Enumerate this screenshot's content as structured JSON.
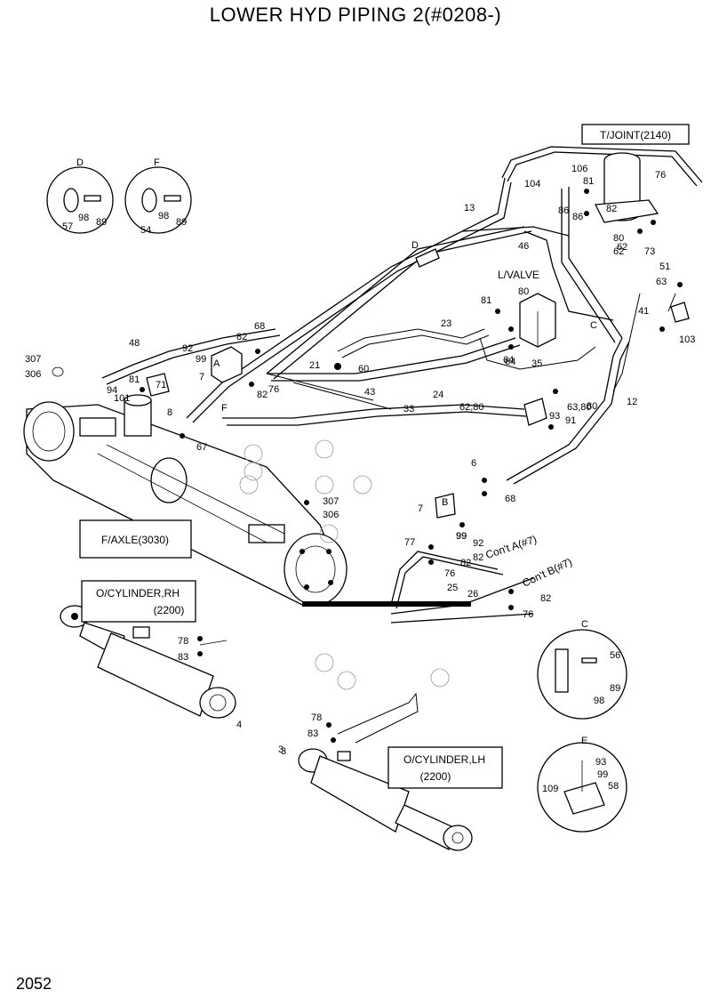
{
  "title": "LOWER HYD PIPING 2(#0208-)",
  "page_number": "2052",
  "boxes": {
    "t_joint": "T/JOINT(2140)",
    "l_valve": "L/VALVE",
    "f_axle": "F/AXLE(3030)",
    "o_cyl_rh": [
      "O/CYLINDER,RH",
      "(2200)"
    ],
    "o_cyl_lh": [
      "O/CYLINDER,LH",
      "(2200)"
    ]
  },
  "details": {
    "D": {
      "letter": "D",
      "parts": [
        "57",
        "98",
        "89"
      ]
    },
    "F": {
      "letter": "F",
      "parts": [
        "54",
        "98",
        "89"
      ]
    },
    "C": {
      "letter": "C",
      "parts": [
        "56",
        "89",
        "98"
      ]
    },
    "E": {
      "letter": "E",
      "parts": [
        "93",
        "99",
        "58",
        "109"
      ]
    }
  },
  "flags": [
    "D",
    "F",
    "C",
    "A",
    "B"
  ],
  "cont_a": "Con't A(#7)",
  "cont_b": "Con't B(#7)",
  "callouts": [
    "104",
    "106",
    "81",
    "82",
    "76",
    "86",
    "80",
    "73",
    "62",
    "51",
    "63",
    "41",
    "103",
    "13",
    "46",
    "64",
    "23",
    "35",
    "12",
    "93",
    "91",
    "80",
    "6",
    "68",
    "7",
    "92",
    "99",
    "77",
    "82",
    "76",
    "25",
    "26",
    "82",
    "76",
    "78",
    "83",
    "4",
    "3",
    "78",
    "83",
    "48",
    "92",
    "99",
    "82",
    "68",
    "81",
    "71",
    "94",
    "101",
    "8",
    "67",
    "76",
    "82",
    "21",
    "60",
    "43",
    "24",
    "33",
    "307",
    "306",
    "307",
    "306",
    "3",
    "62,80",
    "63,80",
    "7",
    "81",
    "99",
    "82",
    "80",
    "86",
    "62",
    "64"
  ]
}
